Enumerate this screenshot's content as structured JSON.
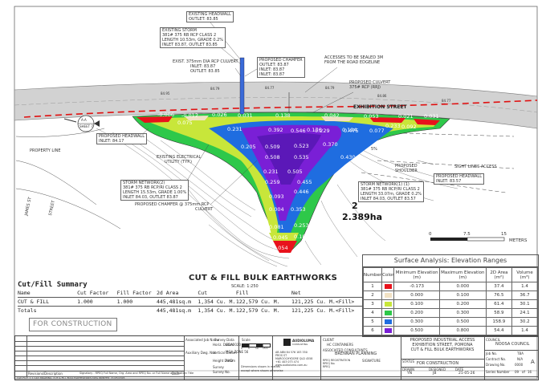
{
  "drawing": {
    "main_title": "CUT & FILL BULK EARTHWORKS",
    "scale": "SCALE: 1:250",
    "area_number": "2",
    "area_value": "2.389ha",
    "street_name": "EXHIBITION STREET",
    "section_marker": "A-A",
    "section_sheet": "SHEET 7",
    "scale_bar": {
      "ticks": [
        "0",
        "7.5",
        "15"
      ],
      "unit": "METERS"
    }
  },
  "callouts": {
    "existing_headwall": [
      "EXISTING HEADWALL",
      "OUTLET: 83.85"
    ],
    "existing_storm": [
      "EXISTING STORM",
      "381# 375 RB RCP CLASS 2",
      "LENGTH 10.53m, GRADE 0.2%",
      "INLET 83.87, OUTLET 83.85"
    ],
    "exist_culvert": [
      "EXIST. 375mm DIA RCP CULVERT",
      "INLET: 83.87",
      "OUTLET: 83.85"
    ],
    "proposed_chamfer_top": [
      "PROPOSED CHAMFER",
      "OUTLET: 83.87",
      "INLET: 83.87",
      "INLET: 83.87"
    ],
    "accesses": [
      "ACCESSES TO BE SEALED 3M",
      "FROM THE ROAD EDGELINE"
    ],
    "proposed_culvert": [
      "PROPOSED CULVERT",
      "375# RCP (RRJ)"
    ],
    "proposed_headwall_left": [
      "PROPOSED HEADWALL",
      "INLET: 84.17"
    ],
    "property_line": "PROPERTY LINE",
    "existing_electrical": [
      "EXISTING ELECTRICAL",
      "UTILITY (TYP.)"
    ],
    "storm_network_2": [
      "STORM NETWORK(2)",
      "381# 375 RB RCP/RI CLASS 2",
      "LENGTH 15.53m, GRADE 1.00%",
      "INLET 84.03, OUTLET 83.87"
    ],
    "proposed_chamfer_bottom": [
      "PROPOSED CHAMFER @ 375mm RCP",
      "CULVERT"
    ],
    "slope": [
      "5%"
    ],
    "proposed_shoulder": [
      "PROPOSED",
      "SHOULDER"
    ],
    "sight_lines": "SIGHT LINES ACCESS",
    "proposed_headwall_right": [
      "PROPOSED HEADWALL",
      "INLET: 83.57"
    ],
    "storm_network_1": [
      "STORM NETWORK(1) (1)",
      "381# 375 RB RCP/RI CLASS 2",
      "LENGTH 33.07m, GRADE 0.2%",
      "INLET 84.03, OUTLET 83.57"
    ],
    "road_name_left": "JAMES ST",
    "road_name_left2": "STREET"
  },
  "grid_values": {
    "row1": [
      "-0.006",
      "-0.012",
      "0.026",
      "0.031",
      "0.138",
      "0.042",
      "0.053",
      "0.021",
      "0.031"
    ],
    "row2": [
      "0.075",
      "0.176",
      "0.194",
      "0.077",
      "0.092"
    ],
    "mid": [
      "0.231",
      "0.392",
      "0.546",
      "0.229",
      "0.475",
      "0.233",
      "0.205",
      "0.509",
      "0.523",
      "0.370",
      "0.508",
      "0.535",
      "0.430",
      "0.231",
      "0.505",
      "0.259",
      "0.455",
      "0.446",
      "0.093",
      "0.004",
      "0.353",
      "0.081",
      "0.253",
      "0.045",
      "0.182",
      "0.054"
    ]
  },
  "summary": {
    "heading": "Cut/Fill Summary",
    "columns": [
      "Name",
      "Cut Factor",
      "Fill Factor",
      "2d Area",
      "Cut",
      "Fill",
      "Net"
    ],
    "rows": [
      [
        "CUT & FILL",
        "1.000",
        "1.000",
        "445,481sq.m",
        "1,354 Cu. M.",
        "122,579 Cu. M.",
        "121,225 Cu. M.<Fill>"
      ],
      [
        "Totals",
        "",
        "",
        "445,481sq.m",
        "1,354 Cu. M.",
        "122,579 Cu. M.",
        "121,225 Cu. M.<Fill>"
      ]
    ],
    "stamp": "FOR CONSTRUCTION"
  },
  "surface_analysis": {
    "title": "Surface Analysis: Elevation Ranges",
    "columns": [
      "Number",
      "Color",
      "Minimum Elevation (m)",
      "Maximum Elevation (m)",
      "2D Area (m²)",
      "Volume (m³)"
    ],
    "rows": [
      {
        "n": "1",
        "color": "#e8121c",
        "min": "-0.173",
        "max": "0.000",
        "area": "37.4",
        "vol": "1.4"
      },
      {
        "n": "2",
        "color": "#f2e2c4",
        "min": "0.000",
        "max": "0.100",
        "area": "76.5",
        "vol": "36.7"
      },
      {
        "n": "3",
        "color": "#c8e63a",
        "min": "0.100",
        "max": "0.200",
        "area": "61.4",
        "vol": "30.1"
      },
      {
        "n": "4",
        "color": "#2ec84a",
        "min": "0.200",
        "max": "0.300",
        "area": "58.9",
        "vol": "24.1"
      },
      {
        "n": "5",
        "color": "#1f6de0",
        "min": "0.300",
        "max": "0.500",
        "area": "158.9",
        "vol": "30.2"
      },
      {
        "n": "6",
        "color": "#7a1fd6",
        "min": "0.500",
        "max": "0.800",
        "area": "54.4",
        "vol": "1.4"
      }
    ]
  },
  "titleblock": {
    "revision_label": "Revisions/Description",
    "signatory": "Signatory - RPEQ Full Name, Org. Area and RPEQ No. or Full Name and Position Title",
    "date_label": "Date",
    "assoc_job": "Associated Job Name",
    "survey_data": "Survey Data",
    "auxiliary": "Auxiliary Dwg. Nos.",
    "horiz": "Horiz. Datum",
    "horiz_val": "GDA2020",
    "vert": "Vertical Datum",
    "vert_val": "MGA ZONE 56",
    "height": "Height Datum",
    "height_val": "AHD",
    "survey_label": "Survey",
    "survey_no": "Survey No.",
    "scale_label": "Scale",
    "scale_bar_ticks": [
      "0",
      "5",
      "10",
      "15m"
    ],
    "dims_note": [
      "Dimensions shown in metres",
      "except where shown otherwise"
    ],
    "company": "AUDIOLUMA",
    "company_sub": "CONSULTING",
    "contact": [
      "AB  ABN 84 576 183 350",
      "PROS ST",
      "MAROOCHYDORE QLD 4558",
      "+61 403 073 474",
      "www.audioluma.com.au"
    ],
    "client_label": "CLIENT",
    "client": "HC CONTAINERS",
    "assoc_consultants": "ASSOCIATED CONSULTANTS",
    "consultant": "BRENNAN PLANNING",
    "rpeq_lines": [
      "RPEQ REGISTRATION",
      "RPEQ No.",
      "RPEQ"
    ],
    "signature_label": "SIGNATURE",
    "project_lines": [
      "PROPOSED INDUSTRIAL ACCESS",
      "EXHIBITION STREET, POMONA",
      "CUT & FILL BULK EARTHWORKS"
    ],
    "status_label": "STATUS",
    "status": "FOR CONSTRUCTION",
    "drawn_label": "DRAWN",
    "drawn": "YN",
    "designed_label": "DESIGNED",
    "designed": "JB",
    "date_label2": "DATE",
    "date": "21-05-26",
    "council_label": "COUNCIL",
    "council": "NOOSA COUNCIL",
    "job_no_label": "Job No.",
    "job_no": "TBA",
    "contract_label": "Contract No.",
    "contract_no": "N/A",
    "drawing_no_label": "Drawing No.",
    "drawing_no": "0000",
    "revision": "A",
    "series_label": "Series Number",
    "sheet": "09",
    "sheet_of": "of",
    "sheet_total": "16",
    "footer_note": "CAD FILE: 1:1  CAD DRAWING: CUT & FILL BULK EARTHWORKS.DWG  PRINTED: 21/05/2026"
  }
}
